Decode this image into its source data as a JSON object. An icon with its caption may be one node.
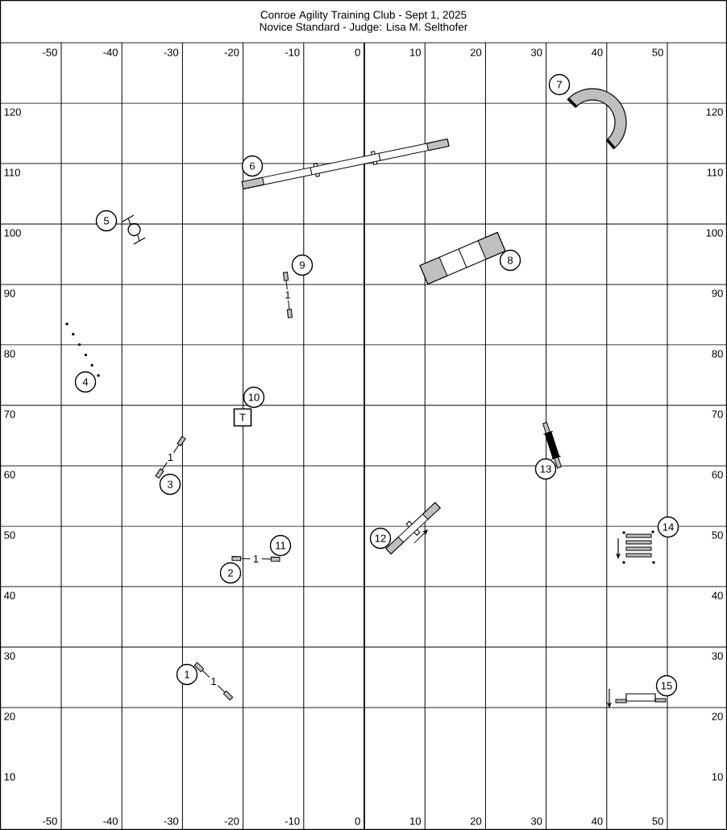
{
  "diagram": {
    "title": "Conroe Agility Training Club - Sept 1, 2025",
    "nodes": [
      {
        "text": [
          "1"
        ]
      },
      {
        "text": [
          "2"
        ]
      },
      {
        "text": [
          "3"
        ]
      },
      {
        "text": [
          "4"
        ]
      },
      {
        "text": [
          "5"
        ]
      },
      {
        "text": [
          "6"
        ]
      },
      {
        "text": [
          "7"
        ]
      },
      {
        "text": [
          "8"
        ]
      },
      {
        "text": [
          "9"
        ]
      },
      {
        "text": [
          "10"
        ]
      },
      {
        "text": [
          "11"
        ]
      },
      {
        "text": [
          "12"
        ]
      },
      {
        "text": [
          "13"
        ]
      },
      {
        "text": [
          "14"
        ]
      },
      {
        "text": [
          "15"
        ]
      },
      {
        "text": [
          "T"
        ]
      }
    ],
    "labels": [
      "Novice Standard - Judge: Lisa M. Selthofer",
      "-50",
      "-40",
      "-30",
      "-20",
      "-10",
      "0",
      "10",
      "20",
      "30",
      "40",
      "50",
      "120",
      "120",
      "110",
      "110",
      "100",
      "100",
      "90",
      "90",
      "80",
      "80",
      "70",
      "70",
      "60",
      "60",
      "50",
      "50",
      "40",
      "40",
      "30",
      "30",
      "20",
      "20",
      "10",
      "10",
      "1",
      "1",
      "1",
      "1",
      "-50",
      "-40",
      "-30",
      "-20",
      "-10",
      "0",
      "10",
      "20",
      "30",
      "40",
      "50"
    ]
  }
}
